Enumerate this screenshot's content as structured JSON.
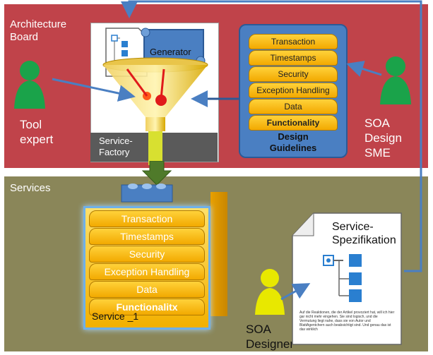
{
  "architecture_board": {
    "label_line1": "Architecture",
    "label_line2": "Board"
  },
  "tool_expert": {
    "line1": "Tool",
    "line2": "expert"
  },
  "service_factory": {
    "generator_label": "Generator",
    "label_line1": "Service-",
    "label_line2": "Factory"
  },
  "design_guidelines": {
    "layers": [
      "Transaction",
      "Timestamps",
      "Security",
      "Exception Handling",
      "Data",
      "Functionality"
    ],
    "label_line1": "Design",
    "label_line2": "Guidelines"
  },
  "soa_design_sme": {
    "line1": "SOA",
    "line2": "Design",
    "line3": "SME"
  },
  "services": {
    "label": "Services"
  },
  "service_1": {
    "layers": [
      "Transaction",
      "Timestamps",
      "Security",
      "Exception Handling",
      "Data",
      "Functionalitx"
    ],
    "label": "Service _1"
  },
  "soa_designer": {
    "line1": "SOA",
    "line2": "Designer"
  },
  "service_spec": {
    "title_line1": "Service-",
    "title_line2": "Spezifikation",
    "body_text": "Auf die Reaktionen, die der Artikel provoziert hat, will ich hier gar nicht mehr eingehen. Sie sind logisch, und die Vermutung liegt nahe, dass sie von Autor und BlattAgentchern auch beabsichtigt sind. Und genau das ist das wirklich"
  },
  "colors": {
    "architecture_board_bg": "#c0434a",
    "services_bg": "#8a8659",
    "figure_green": "#1aa34a",
    "figure_yellow": "#e8e800",
    "arrow_blue": "#4a7fc2",
    "layer_gold": "#f2b000"
  }
}
